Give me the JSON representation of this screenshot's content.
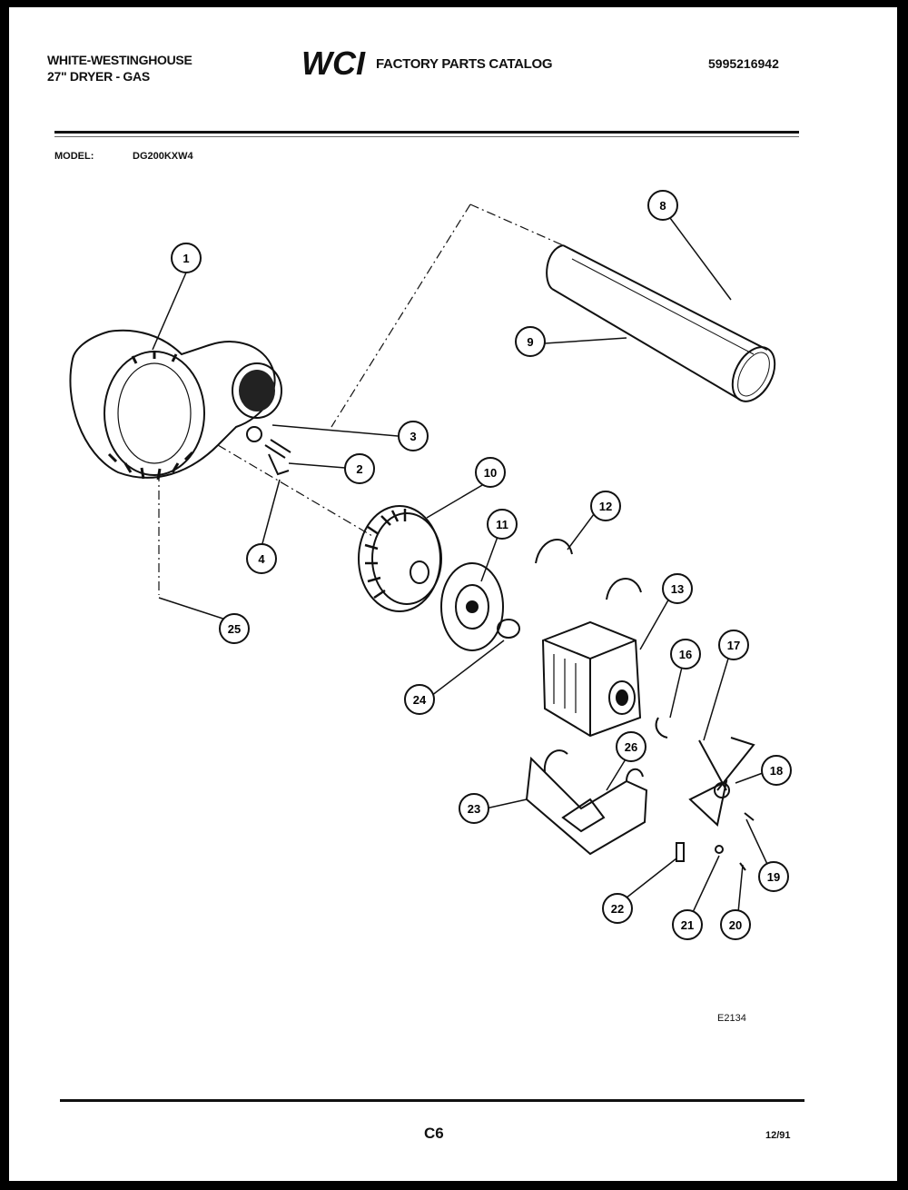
{
  "header": {
    "brand_line1": "WHITE-WESTINGHOUSE",
    "brand_line2": "27\" DRYER - GAS",
    "logo_text": "WCI",
    "catalog_title": "FACTORY PARTS CATALOG",
    "part_number": "5995216942"
  },
  "model": {
    "label": "MODEL:",
    "value": "DG200KXW4"
  },
  "callouts": [
    "1",
    "2",
    "3",
    "4",
    "8",
    "9",
    "10",
    "11",
    "12",
    "13",
    "16",
    "17",
    "18",
    "19",
    "20",
    "21",
    "22",
    "23",
    "24",
    "25",
    "26"
  ],
  "footer": {
    "diagram_code": "E2134",
    "page": "C6",
    "date": "12/91"
  }
}
